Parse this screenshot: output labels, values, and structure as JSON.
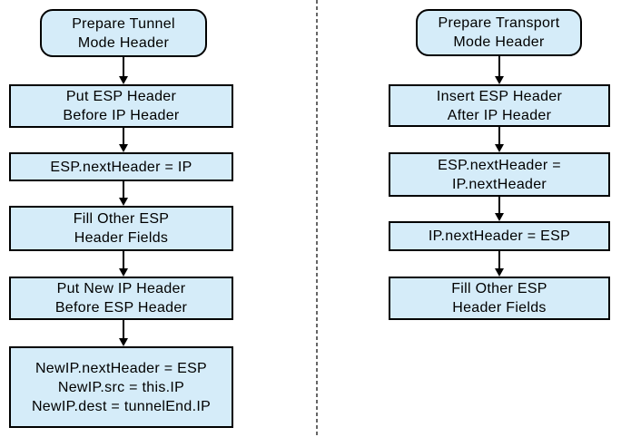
{
  "diagram": {
    "tunnel": {
      "start": "Prepare Tunnel\nMode Header",
      "steps": [
        "Put ESP Header\nBefore IP Header",
        "ESP.nextHeader = IP",
        "Fill Other ESP\nHeader Fields",
        "Put New IP Header\nBefore ESP Header",
        "NewIP.nextHeader = ESP\nNewIP.src = this.IP\nNewIP.dest = tunnelEnd.IP"
      ]
    },
    "transport": {
      "start": "Prepare Transport\nMode Header",
      "steps": [
        "Insert ESP Header\nAfter IP Header",
        "ESP.nextHeader =\nIP.nextHeader",
        "IP.nextHeader = ESP",
        "Fill Other ESP\nHeader Fields"
      ]
    }
  },
  "colors": {
    "box_fill": "#d5ecf9",
    "box_border": "#000000",
    "divider": "#666666",
    "text": "#000000"
  }
}
